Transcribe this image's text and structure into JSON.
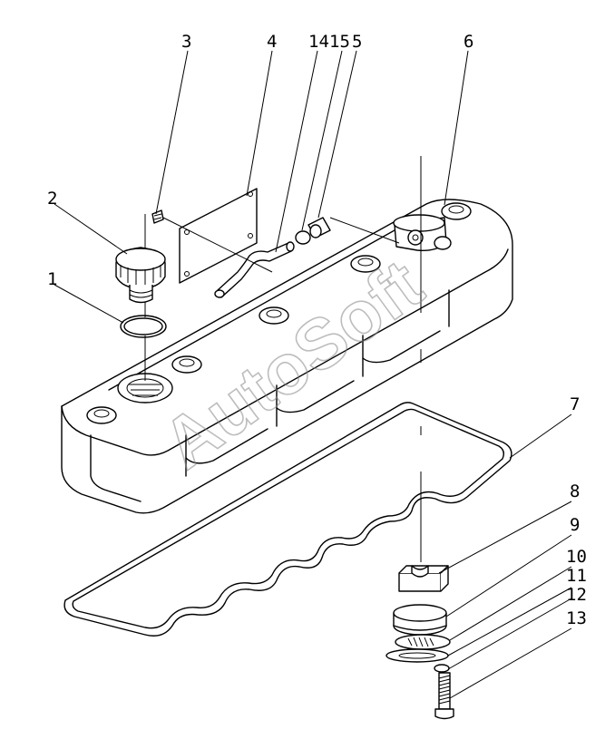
{
  "watermark": "AutoSoft",
  "callouts": [
    {
      "id": "1",
      "label": "1"
    },
    {
      "id": "2",
      "label": "2"
    },
    {
      "id": "3",
      "label": "3"
    },
    {
      "id": "4",
      "label": "4"
    },
    {
      "id": "14",
      "label": "14"
    },
    {
      "id": "15",
      "label": "15"
    },
    {
      "id": "5",
      "label": "5"
    },
    {
      "id": "6",
      "label": "6"
    },
    {
      "id": "7",
      "label": "7"
    },
    {
      "id": "8",
      "label": "8"
    },
    {
      "id": "9",
      "label": "9"
    },
    {
      "id": "10",
      "label": "10"
    },
    {
      "id": "11",
      "label": "11"
    },
    {
      "id": "12",
      "label": "12"
    },
    {
      "id": "13",
      "label": "13"
    }
  ]
}
